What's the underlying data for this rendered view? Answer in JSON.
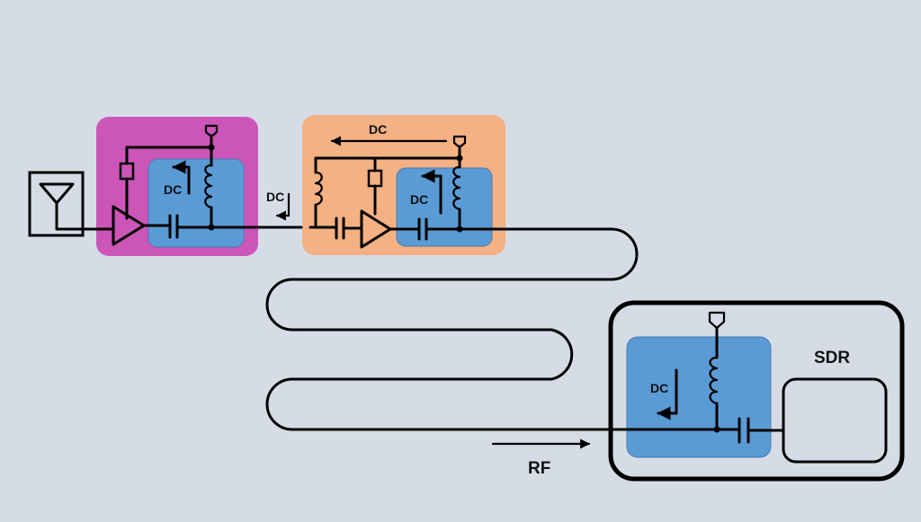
{
  "labels": {
    "dc_stage1_inner": "DC",
    "dc_between": "DC",
    "dc_stage2_top": "DC",
    "dc_stage2_inner": "DC",
    "dc_sdr": "DC",
    "rf": "RF",
    "sdr": "SDR"
  },
  "colors": {
    "background": "#d6dce6",
    "stage1_box": "#cc55b8",
    "stage2_box": "#f4b183",
    "bias_tee": "#5b9bd5",
    "bias_tee_border": "#4a7ab0"
  }
}
